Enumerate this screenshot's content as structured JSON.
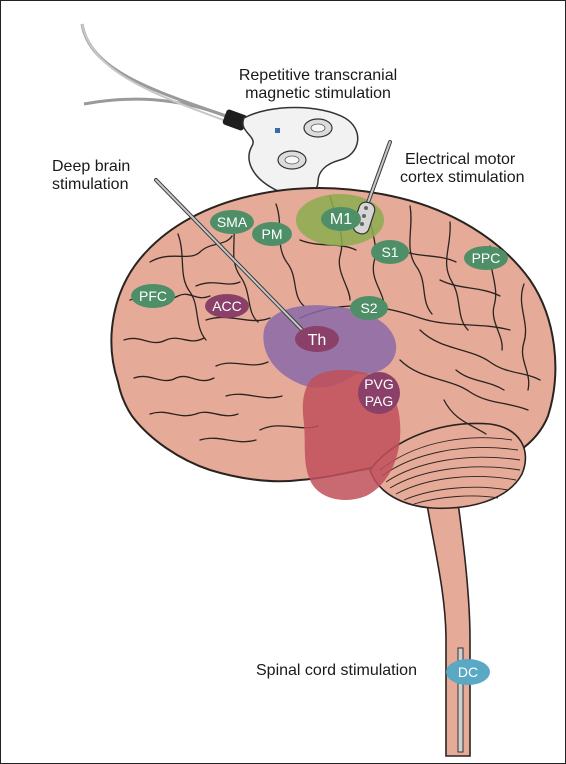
{
  "labels": {
    "rtms_line1": "Repetitive transcranial",
    "rtms_line2": "magnetic stimulation",
    "dbs_line1": "Deep brain",
    "dbs_line2": "stimulation",
    "mcs_line1": "Electrical motor",
    "mcs_line2": "cortex stimulation",
    "scs": "Spinal cord stimulation"
  },
  "regions": {
    "m1": "M1",
    "sma": "SMA",
    "pm": "PM",
    "s1": "S1",
    "ppc": "PPC",
    "pfc": "PFC",
    "acc": "ACC",
    "s2": "S2",
    "th": "Th",
    "pvg": "PVG",
    "pag": "PAG",
    "dc": "DC"
  },
  "colors": {
    "brain": "#e6aa98",
    "brain_outline": "#2a2420",
    "cortical_region": "#4f8f68",
    "m1_area": "#8aad4e",
    "thalamus_area": "#8a6aa8",
    "brainstem_area": "#c0505a",
    "deep_label": "#8a4068",
    "dc_label": "#5aa9c4",
    "coil": "#f2f2f2"
  }
}
